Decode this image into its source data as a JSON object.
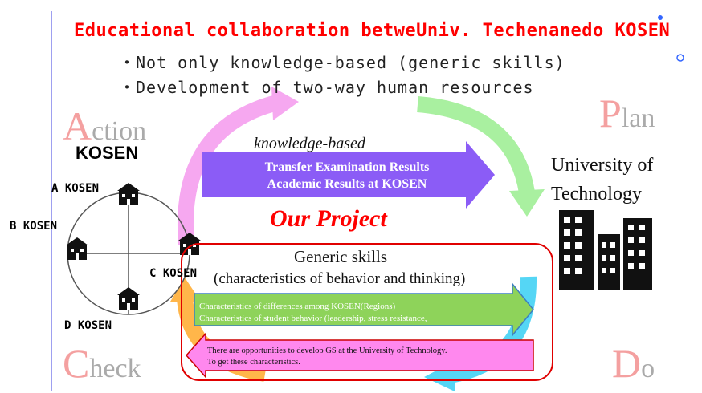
{
  "title": {
    "part1": "Educational collaboration betwe",
    "part2": "Univ. Tech",
    "part3": "en",
    "part4": "anedo KOSEN"
  },
  "bullets": [
    "・Not only knowledge-based (generic skills)",
    "・Development of two-way human resources"
  ],
  "pdca": {
    "action": {
      "first": "A",
      "rest": "ction"
    },
    "plan": {
      "first": "P",
      "rest": "lan"
    },
    "check": {
      "first": "C",
      "rest": "heck"
    },
    "do": {
      "first": "D",
      "rest": "o"
    }
  },
  "kosen": {
    "title": "KOSEN",
    "nodes": [
      "A KOSEN",
      "B KOSEN",
      "C KOSEN",
      "D KOSEN"
    ]
  },
  "knowledge_based": "knowledge-based",
  "purple_arrow": [
    "Transfer Examination Results",
    "Academic Results at KOSEN"
  ],
  "our_project": "Our Project",
  "university": [
    "University of",
    "Technology"
  ],
  "generic_skills": [
    "Generic skills",
    "(characteristics of behavior and thinking)"
  ],
  "green_arrow": [
    "Characteristics of differences among KOSEN(Regions)",
    "Characteristics of student behavior (leadership, stress resistance,"
  ],
  "pink_arrow": [
    "There are opportunities to develop GS at the University of Technology.",
    "To get these characteristics."
  ],
  "colors": {
    "title": "#ff0000",
    "pdca_letter": "#f4a0a0",
    "purple": "#8b5cf6",
    "green": "#8ed35a",
    "pink": "#ff88ee",
    "curve_pink": "#f6a8f0",
    "curve_green": "#a9f0a0",
    "curve_blue": "#55d6f5",
    "curve_orange": "#ffb64a",
    "border": "#e00000"
  }
}
